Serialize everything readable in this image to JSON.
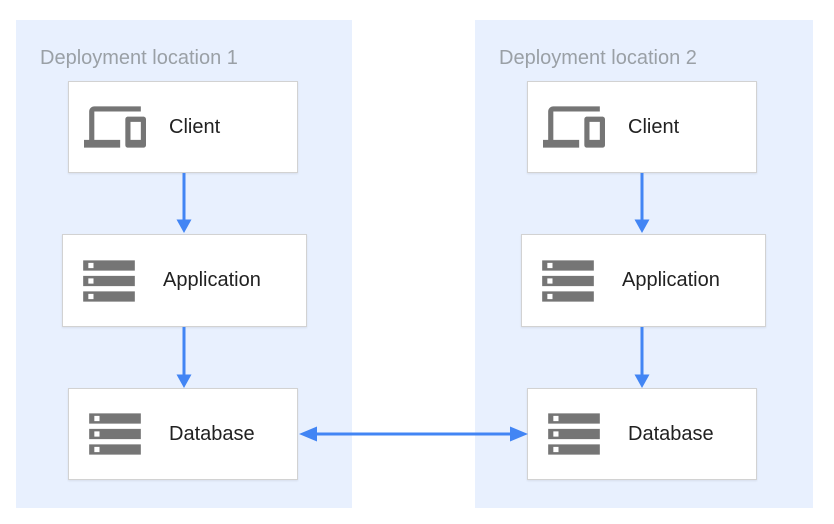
{
  "diagram": {
    "panels": [
      {
        "title": "Deployment location 1",
        "nodes": [
          {
            "label": "Client",
            "icon": "devices-icon"
          },
          {
            "label": "Application",
            "icon": "storage-icon"
          },
          {
            "label": "Database",
            "icon": "storage-icon"
          }
        ]
      },
      {
        "title": "Deployment location 2",
        "nodes": [
          {
            "label": "Client",
            "icon": "devices-icon"
          },
          {
            "label": "Application",
            "icon": "storage-icon"
          },
          {
            "label": "Database",
            "icon": "storage-icon"
          }
        ]
      }
    ],
    "edges": [
      {
        "from": "Client",
        "to": "Application",
        "panel": "Deployment location 1",
        "direction": "one-way"
      },
      {
        "from": "Application",
        "to": "Database",
        "panel": "Deployment location 1",
        "direction": "one-way"
      },
      {
        "from": "Client",
        "to": "Application",
        "panel": "Deployment location 2",
        "direction": "one-way"
      },
      {
        "from": "Application",
        "to": "Database",
        "panel": "Deployment location 2",
        "direction": "one-way"
      },
      {
        "from": "Database (Deployment location 1)",
        "to": "Database (Deployment location 2)",
        "direction": "two-way"
      }
    ],
    "colors": {
      "panel_bg": "#e8f0fe",
      "arrow": "#4285f4",
      "icon": "#757575",
      "node_border": "#d2d2d2",
      "node_bg": "#ffffff",
      "title_text": "#9aa0a6",
      "label_text": "#212121"
    }
  }
}
